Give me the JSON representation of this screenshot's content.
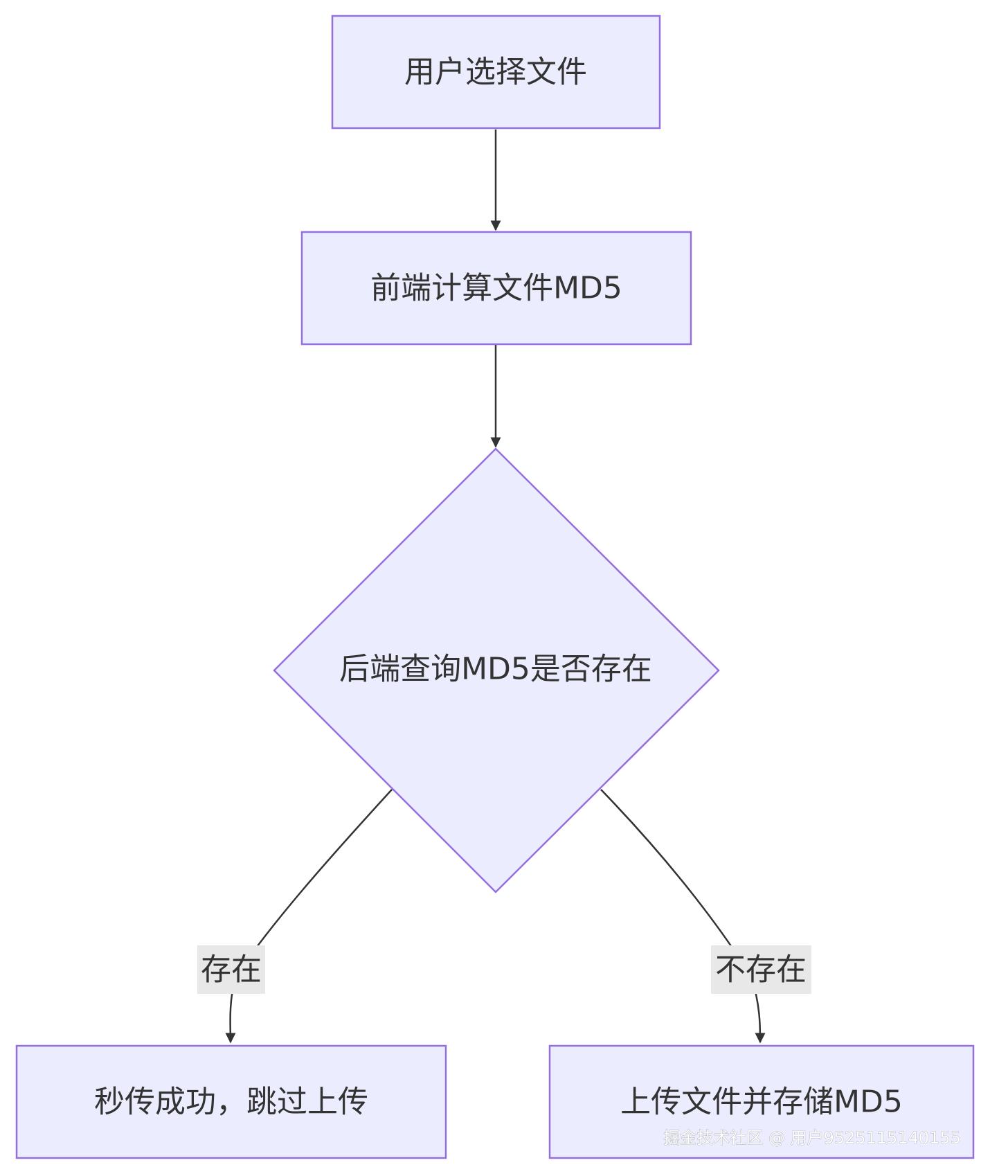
{
  "nodes": {
    "select_file": "用户选择文件",
    "compute_md5": "前端计算文件MD5",
    "check_md5": "后端查询MD5是否存在",
    "instant_upload": "秒传成功，跳过上传",
    "upload_store": "上传文件并存储MD5"
  },
  "edge_labels": {
    "exists": "存在",
    "not_exists": "不存在"
  },
  "watermark": "掘金技术社区 @ 用户9525115140155",
  "colors": {
    "node_fill": "#ECECFF",
    "node_stroke": "#9370DB",
    "edge": "#333333",
    "label_bg": "#E8E8E8",
    "text": "#333333"
  }
}
